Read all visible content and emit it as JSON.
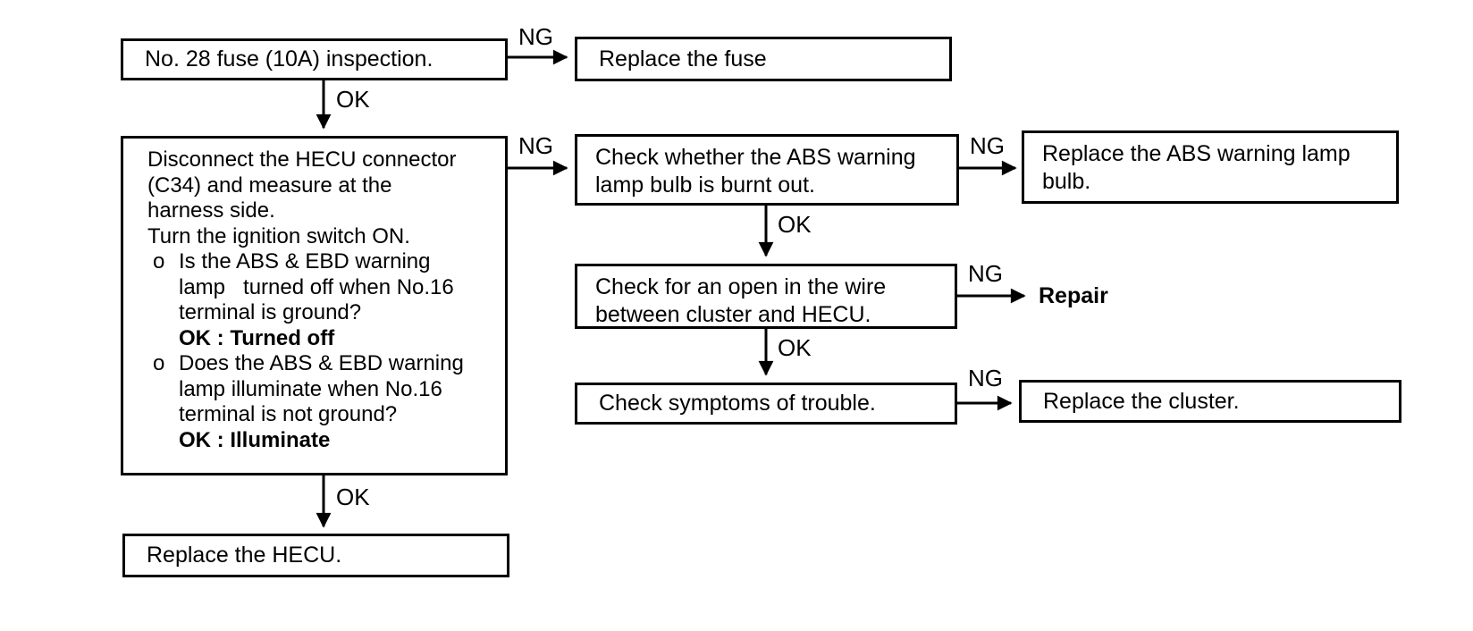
{
  "labels": {
    "ng": "NG",
    "ok": "OK"
  },
  "nodes": {
    "fuse_inspection": {
      "text": "No. 28 fuse (10A) inspection."
    },
    "replace_fuse": {
      "text": "Replace the fuse"
    },
    "disconnect_hecu": {
      "para_lines": [
        "Disconnect the HECU connector",
        "(C34) and measure at the",
        "harness side.",
        "Turn the ignition switch ON."
      ],
      "bullets": [
        {
          "marker": "o",
          "lines": [
            "Is the ABS & EBD warning",
            "lamp   turned off when No.16",
            "terminal is ground?"
          ],
          "result": "OK : Turned off"
        },
        {
          "marker": "o",
          "lines": [
            "Does the ABS & EBD warning",
            "lamp illuminate when No.16",
            "terminal is not ground?"
          ],
          "result": "OK : Illuminate"
        }
      ]
    },
    "check_bulb": {
      "lines": [
        "Check whether the ABS warning",
        "lamp bulb is burnt out."
      ]
    },
    "replace_bulb": {
      "lines": [
        "Replace the ABS warning lamp",
        "bulb."
      ]
    },
    "check_wire": {
      "lines": [
        "Check for an open in the wire",
        "between cluster and HECU."
      ]
    },
    "repair": {
      "text": "Repair"
    },
    "check_symptoms": {
      "text": "Check symptoms of trouble."
    },
    "replace_cluster": {
      "text": "Replace the cluster."
    },
    "replace_hecu": {
      "text": "Replace the HECU."
    }
  },
  "edges": [
    {
      "from": "fuse_inspection",
      "to": "replace_fuse",
      "label": "NG"
    },
    {
      "from": "fuse_inspection",
      "to": "disconnect_hecu",
      "label": "OK"
    },
    {
      "from": "disconnect_hecu",
      "to": "check_bulb",
      "label": "NG"
    },
    {
      "from": "check_bulb",
      "to": "replace_bulb",
      "label": "NG"
    },
    {
      "from": "check_bulb",
      "to": "check_wire",
      "label": "OK"
    },
    {
      "from": "check_wire",
      "to": "repair",
      "label": "NG"
    },
    {
      "from": "check_wire",
      "to": "check_symptoms",
      "label": "OK"
    },
    {
      "from": "check_symptoms",
      "to": "replace_cluster",
      "label": "NG"
    },
    {
      "from": "disconnect_hecu",
      "to": "replace_hecu",
      "label": "OK"
    }
  ]
}
